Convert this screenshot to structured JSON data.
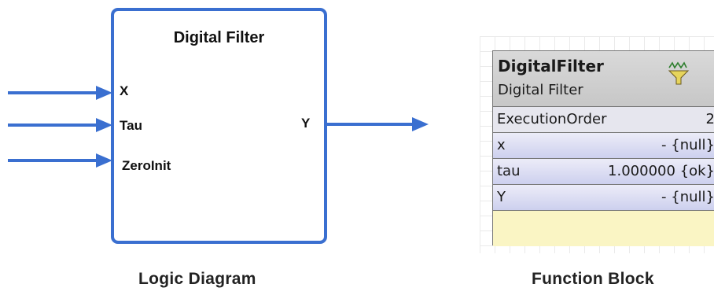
{
  "logic_diagram": {
    "block_title": "Digital Filter",
    "inputs": [
      "X",
      "Tau",
      "ZeroInit"
    ],
    "output": "Y",
    "caption": "Logic Diagram",
    "colors": {
      "border": "#3a6fd0",
      "wire": "#3a6fd0"
    }
  },
  "function_block": {
    "name": "DigitalFilter",
    "description": "Digital Filter",
    "icon": "filter-funnel-icon",
    "rows": [
      {
        "key": "ExecutionOrder",
        "value": "2"
      },
      {
        "key": "x",
        "value": "- {null}"
      },
      {
        "key": "tau",
        "value": "1.000000 {ok}"
      },
      {
        "key": "Y",
        "value": "- {null}"
      }
    ],
    "caption": "Function Block",
    "colors": {
      "header": "#cfcfcf",
      "row": "#d6d8f0",
      "footer": "#faf5c4"
    }
  }
}
